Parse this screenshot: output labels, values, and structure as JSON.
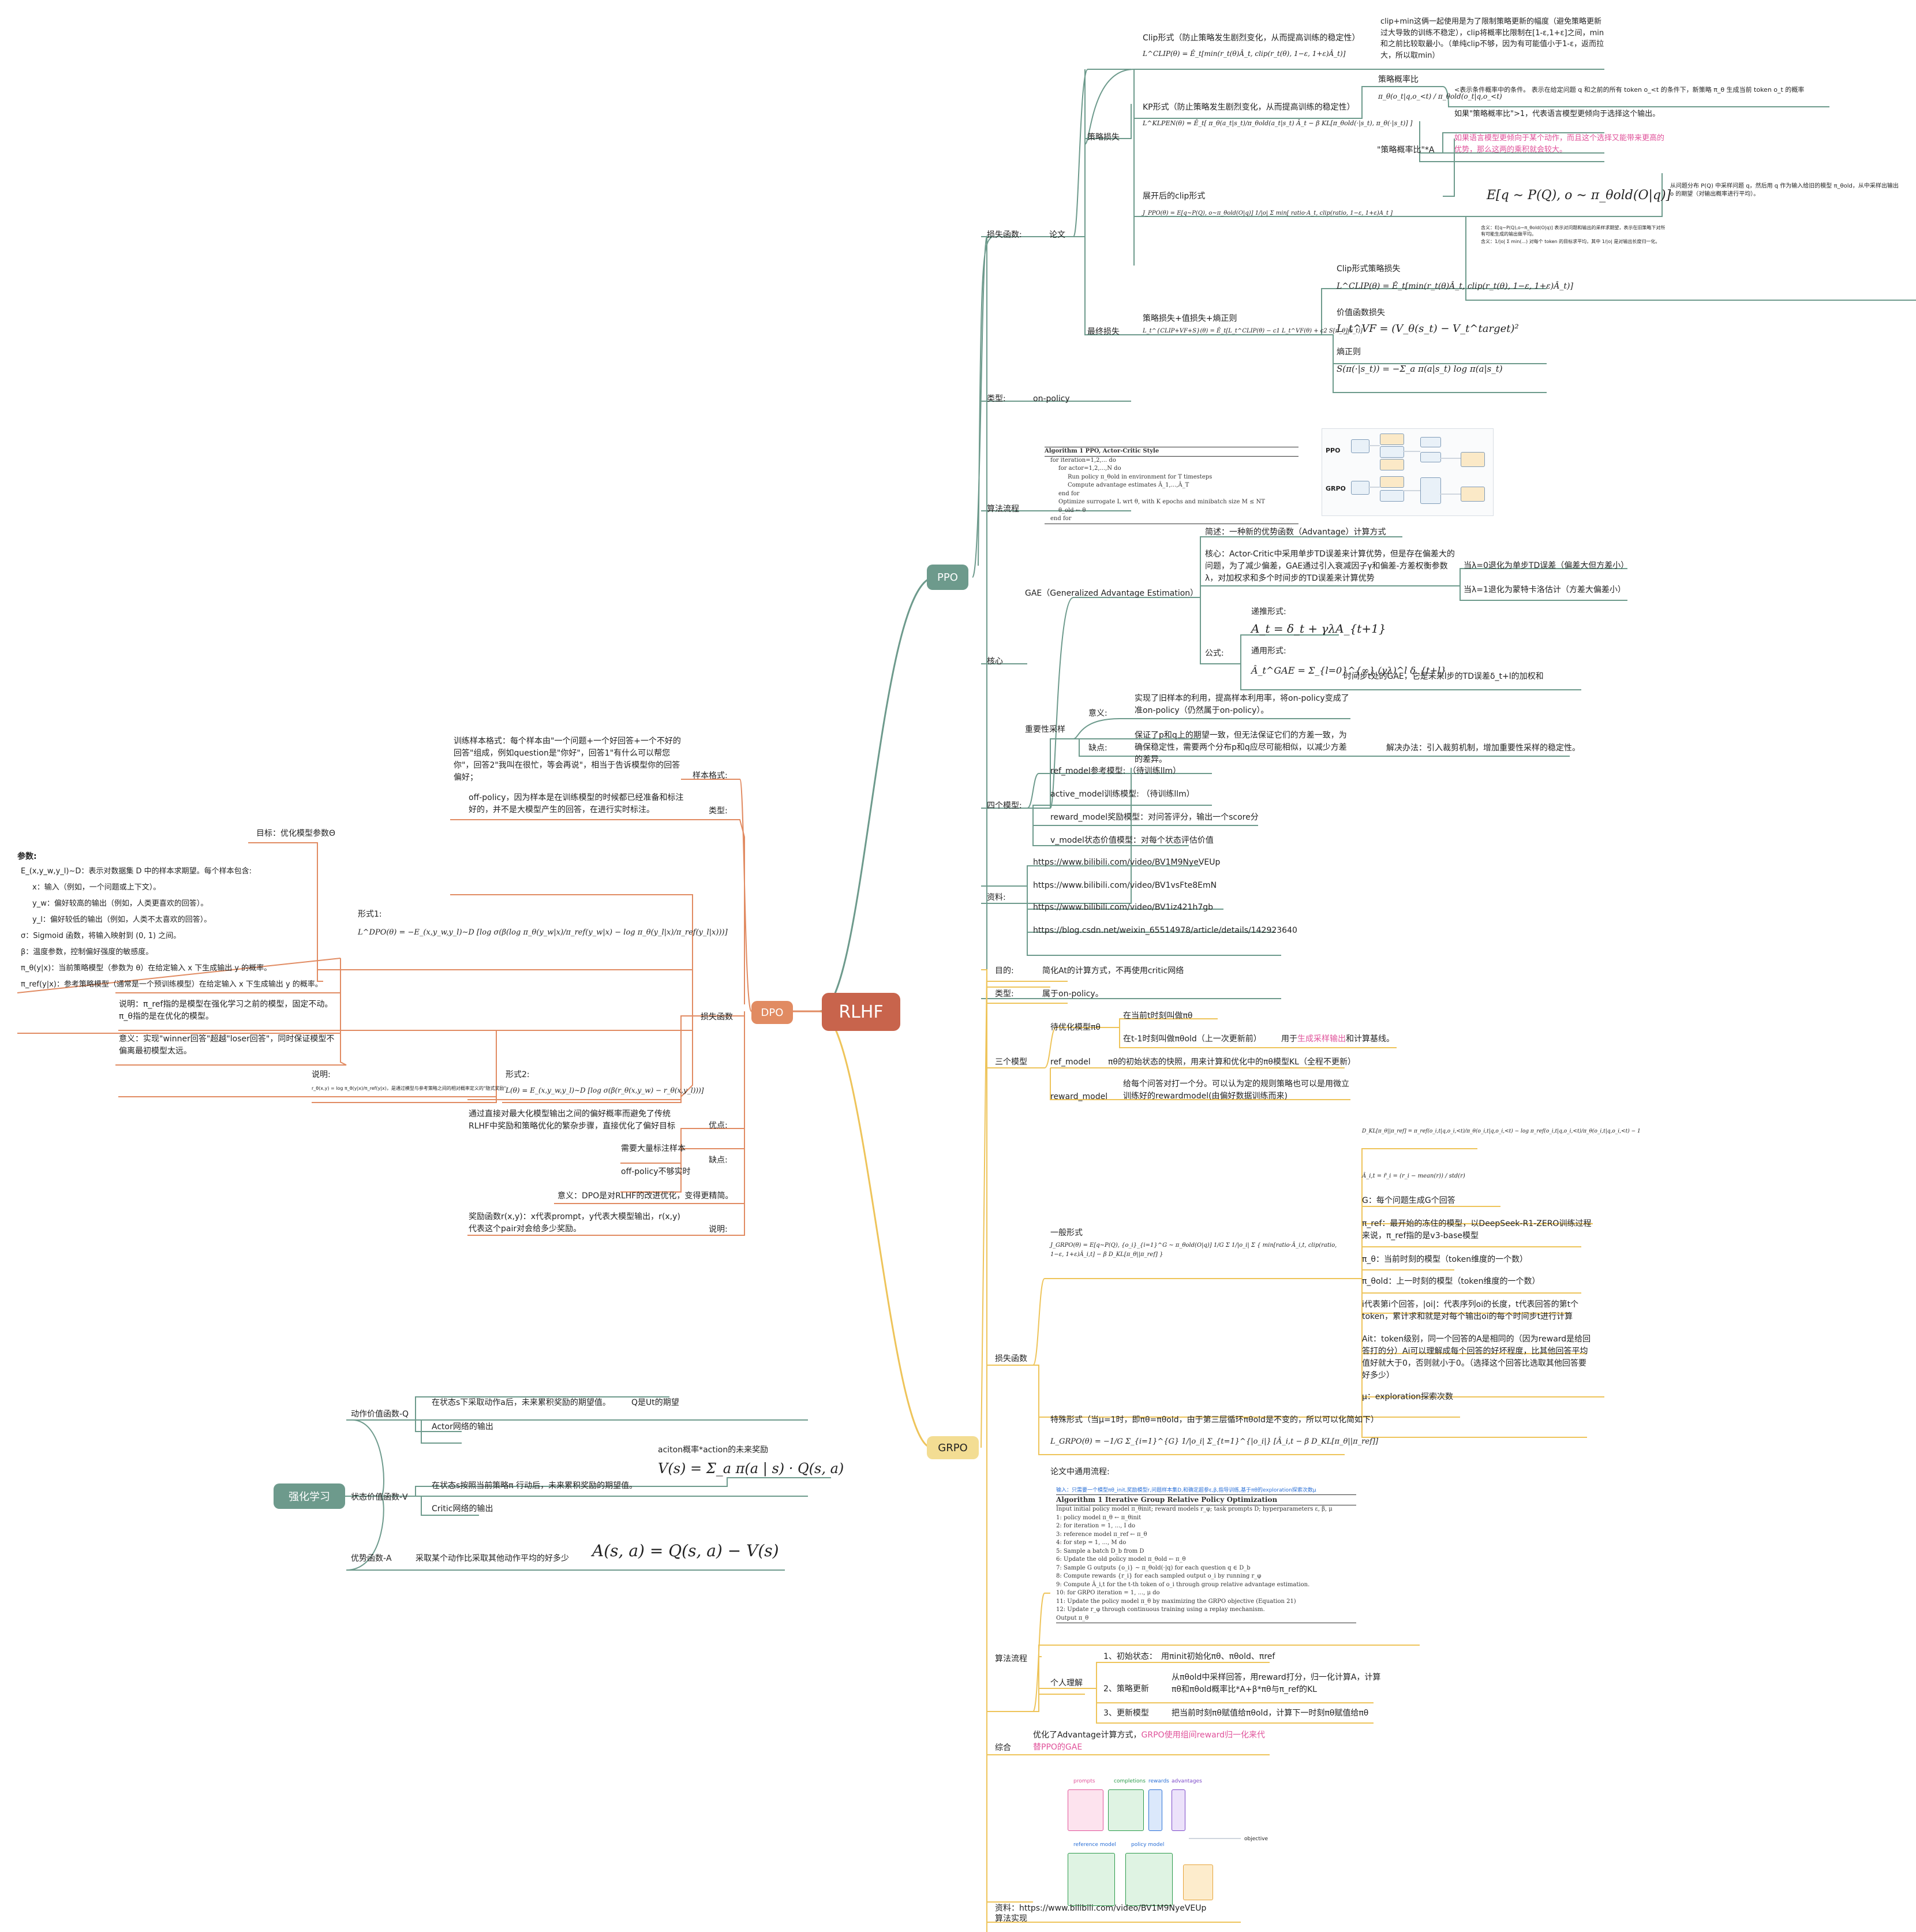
{
  "root": {
    "label": "RLHF"
  },
  "mains": {
    "ppo": "PPO",
    "dpo": "DPO",
    "grpo": "GRPO",
    "rl": "强化学习"
  },
  "ppo": {
    "loss_function": "损失函数:",
    "paper": "论文",
    "policy_loss": "策略损失",
    "clip_title": "Clip形式（防止策略发生剧烈变化，从而提高训练的稳定性）",
    "clip_formula": "L^CLIP(θ) = Ê_t[min(r_t(θ)Â_t, clip(r_t(θ), 1−ε, 1+ε)Â_t)]",
    "clip_note": "clip+min这俩一起使用是为了限制策略更新的幅度（避免策略更新过大导致的训练不稳定），clip将概率比限制在[1-ε,1+ε]之间，min和之前比较取最小。（单纯clip不够，因为有可能值小于1-ε，返而拉大，所以取min）",
    "kl_title": "KP形式（防止策略发生剧烈变化，从而提高训练的稳定性）",
    "kl_formula": "L^KLPEN(θ) = Ê_t[ π_θ(a_t|s_t)/π_θold(a_t|s_t) Â_t − β KL[π_θold(·|s_t), π_θ(·|s_t)] ]",
    "ratio_label": "策略概率比",
    "ratio_formula": "π_θ(o_t|q,o_<t) / π_θold(o_t|q,o_<t)",
    "ratio_note1": "<表示条件概率中的条件。  表示在给定问题 q 和之前的所有 token o_<t 的条件下，新策略 π_θ 生成当前 token o_t 的概率",
    "ratio_note2": "如果\"策略概率比\">1，代表语言模型更倾向于选择这个输出。",
    "ratio_a": "\"策略概率比\"*A",
    "ratio_a_note": "如果语言模型更倾向于某个动作，而且这个选择又能带来更高的优势，那么这两的乘积就会较大。",
    "expand_title": "展开后的clip形式",
    "expand_formula": "J_PPO(θ) = E[q∼P(Q), o∼π_θold(O|q)] 1/|o| Σ min[ ratio·A_t, clip(ratio, 1−ε, 1+ε)A_t ]",
    "expect_formula": "E[q ∼ P(Q), o ∼ π_θold(O|q)]",
    "expect_note": "从问题分布 P(Q) 中采样问题 q，然后用 q 作为输入给旧的模型 π_θold，从中采样出输出 o 的期望（对输出概率进行平均）。",
    "expect_detail1": "含义：E[q∼P(Q),o∼π_θold(O|q)] 表示对问题和输出的采样求期望，表示在旧策略下对所有可能生成的输出做平均。",
    "expect_detail2": "含义：1/|o| Σ min(...) 对每个 token 的目标求平均，其中 1/|o| 是对输出长度归一化。",
    "final_loss": "最终损失",
    "combo_title": "策略损失+值损失+熵正则",
    "combo_formula": "L_t^{CLIP+VF+S}(θ) = Ê_t[L_t^CLIP(θ) − c1 L_t^VF(θ) + c2 S[π_θ](s_t)]",
    "clip_loss_label": "Clip形式策略损失",
    "clip_loss_formula": "L^CLIP(θ) = Ê_t[min(r_t(θ)Â_t, clip(r_t(θ), 1−ε, 1+ε)Â_t)]",
    "value_loss_label": "价值函数损失",
    "value_loss_formula": "L_t^VF = (V_θ(s_t) − V_t^target)²",
    "entropy_label": "熵正则",
    "entropy_formula": "S(π(·|s_t)) = −Σ_a π(a|s_t) log π(a|s_t)",
    "type_label": "类型:",
    "type_value": "on-policy",
    "algo_label": "算法流程",
    "algo_lines": [
      "Algorithm 1 PPO, Actor-Critic Style",
      "for iteration=1,2,... do",
      "for actor=1,2,...,N do",
      "Run policy π_θold in environment for T timesteps",
      "Compute advantage estimates Â_1,...,Â_T",
      "end for",
      "Optimize surrogate L wrt θ, with K epochs and minibatch size M ≤ NT",
      "θ_old ← θ",
      "end for"
    ],
    "fig_ppo": "PPO",
    "fig_grpo": "GRPO",
    "core_label": "核心",
    "gae_label": "GAE（Generalized Advantage Estimation）",
    "gae_intro": "简述：一种新的优势函数（Advantage）计算方式",
    "gae_core": "核心：Actor-Critic中采用单步TD误差来计算优势，但是存在偏差大的问题，为了减少偏差，GAE通过引入衰减因子γ和偏差-方差权衡参数λ，对加权求和多个时间步的TD误差来计算优势",
    "lambda0": "当λ=0退化为单步TD误差（偏差大但方差小）",
    "lambda1": "当λ=1退化为蒙特卡洛估计（方差大偏差小）",
    "formula_label": "公式:",
    "recur_label": "递推形式:",
    "recur_formula": "A_t = δ_t + γλA_{t+1}",
    "general_label": "通用形式:",
    "general_formula": "Â_t^GAE = Σ_{l=0}^{∞} (γλ)^l δ_{t+l}",
    "general_note": "时间步t处的GAE，它是未来l步的TD误差δ_t+l的加权和",
    "is_label": "重要性采样",
    "is_meaning_label": "意义:",
    "is_meaning": "实现了旧样本的利用，提高样本利用率，将on-policy变成了准on-policy（仍然属于on-policy）。",
    "is_flaw_label": "缺点:",
    "is_flaw": "保证了p和q上的期望一致，但无法保证它们的方差一致，为确保稳定性，需要两个分布p和q应尽可能相似，以减少方差的差异。",
    "is_fix": "解决办法：引入裁剪机制，增加重要性采样的稳定性。",
    "four_models_label": "四个模型:",
    "four_models": [
      "ref_model参考模型:  （待训练llm）",
      "active_model训练模型:  （待训练llm）",
      "reward_model奖励模型：对问答评分，输出一个score分",
      "v_model状态价值模型：对每个状态评估价值"
    ],
    "refs_label": "资料:",
    "refs": [
      "https://www.bilibili.com/video/BV1M9NyeVEUp",
      "https://www.bilibili.com/video/BV1vsFte8EmN",
      "https://www.bilibili.com/video/BV1iz421h7gb",
      "https://blog.csdn.net/weixin_65514978/article/details/142923640"
    ]
  },
  "dpo": {
    "goal": "目标：优化模型参数Θ",
    "sample_label": "样本格式:",
    "sample_text": "训练样本格式：每个样本由\"一个问题+一个好回答+一个不好的回答\"组成，例如question是\"你好\"，回答1\"有什么可以帮您你\"，回答2\"我叫在很忙，等会再说\"，相当于告诉模型你的回答偏好；",
    "type_label": "类型:",
    "type_text": "off-policy，因为样本是在训练模型的时候都已经准备和标注好的，并不是大模型产生的回答，在进行实时标注。",
    "loss_label": "损失函数",
    "params_label": "参数:",
    "params": [
      "E_(x,y_w,y_l)∼D：表示对数据集 D 中的样本求期望。每个样本包含:",
      "x：输入（例如，一个问题或上下文）。",
      "y_w：偏好较高的输出（例如，人类更喜欢的回答）。",
      "y_l：偏好较低的输出（例如，人类不太喜欢的回答）。",
      "σ：Sigmoid 函数，将输入映射到 (0, 1) 之间。",
      "β：温度参数，控制偏好强度的敏感度。",
      "π_θ(y|x)：当前策略模型（参数为 θ）在给定输入 x 下生成输出 y 的概率。",
      "π_ref(y|x)：参考策略模型（通常是一个预训练模型）在给定输入 x 下生成输出 y 的概率。"
    ],
    "form1_label": "形式1:",
    "form1_formula": "L^DPO(θ) = −E_(x,y_w,y_l)∼D [log σ(β(log π_θ(y_w|x)/π_ref(y_w|x) − log π_θ(y_l|x)/π_ref(y_l|x)))]",
    "explain1": "说明：π_ref指的是模型在强化学习之前的模型，固定不动。π_θ指的是在优化的模型。",
    "meaning1": "意义：实现\"winner回答\"超越\"loser回答\"，同时保证模型不偏离最初模型太远。",
    "form2_label": "形式2:",
    "form2_formula": "L(θ) = E_(x,y_w,y_l)∼D [log σ(β(r_θ(x,y_w) − r_θ(x,y_l)))]",
    "explain2_label": "说明:",
    "explain2": "r_θ(x,y) = log π_θ(y|x)/π_ref(y|x)，是通过模型与参考策略之间的相对概率定义的\"隐式奖励\"",
    "pros_label": "优点:",
    "pros": "通过直接对最大化模型输出之间的偏好概率而避免了传统RLHF中奖励和策略优化的繁杂步骤，直接优化了偏好目标",
    "cons_label": "缺点:",
    "cons": [
      "需要大量标注样本",
      "off-policy不够实时"
    ],
    "meaning2": "意义：DPO是对RLHF的改进优化，变得更精简。",
    "note_label": "说明:",
    "note": "奖励函数r(x,y)：x代表prompt，y代表大模型输出，r(x,y)代表这个pair对会给多少奖励。"
  },
  "grpo": {
    "goal_label": "目的:",
    "goal": "简化At的计算方式，不再使用critic网络",
    "type_label": "类型:",
    "type": "属于on-policy。",
    "three_label": "三个模型",
    "policy_label": "待优化模型πθ",
    "current": "在当前t时刻叫做πθ",
    "old": "在t-1时刻叫做πθold（上一次更新前）",
    "old_use_pre": "用于",
    "old_use_pink": "生成采样输出",
    "old_use_post": "和计算基线。",
    "ref_label": "ref_model",
    "ref_text": "πθ的初始状态的快照，用来计算和优化中的πθ模型KL（全程不更新）",
    "reward_label": "reward_model",
    "reward_text": "给每个问答对打一个分。可以认为定的规则策略也可以是用微立训练好的rewardmodel(由偏好数据训练而来)",
    "loss_label": "损失函数",
    "general_label": "一般形式",
    "general_formula": "J_GRPO(θ) = E[q∼P(Q), {o_i}_{i=1}^G ∼ π_θold(O|q)]  1/G Σ 1/|o_i| Σ { min[ratio·Â_i,t, clip(ratio, 1−ε, 1+ε)Â_i,t] − β D_KL[π_θ||π_ref] }",
    "kl_formula": "D_KL[π_θ||π_ref] = π_ref(o_i,t|q,o_i,<t)/π_θ(o_i,t|q,o_i,<t) − log π_ref(o_i,t|q,o_i,<t)/π_θ(o_i,t|q,o_i,<t) − 1",
    "adv_formula": "Â_i,t = r̃_i = (r_i − mean(r)) / std(r)",
    "items": [
      "G：每个问题生成G个回答",
      "π_ref：最开始的冻住的模型，以DeepSeek-R1-ZERO训练过程来说，π_ref指的是v3-base模型",
      "π_θ：当前时刻的模型（token维度的一个数）",
      "π_θold：上一时刻的模型（token维度的一个数）",
      "i代表第i个回答，|oi|：代表序列oi的长度，t代表回答的第t个token，累计求和就是对每个输出oi的每个时间步t进行计算",
      "Ait：token级别，同一个回答的A是相同的（因为reward是给回答打的分）Ai可以理解成每个回答的好坏程度，比其他回答平均值好就大于0，否则就小于0。（选择这个回答比选取其他回答要好多少）",
      "μ：exploration探索次数"
    ],
    "special_label": "特殊形式（当μ=1时，即πθ=πθold，由于第三层循环πθold是不变的，所以可以化简如下）",
    "special_formula": "L_GRPO(θ) = −1/G Σ_{i=1}^{G} 1/|o_i| Σ_{t=1}^{|o_i|} [Â_i,t − β D_KL[π_θ||π_ref]]",
    "paper_flow": "论文中通用流程:",
    "algo_input_note": "输入：只需要一个模型πθ_init,奖励模型r,问题样本集D,和确定超参ε,β,指导训练,基于πθ的exploration探索次数μ",
    "algo_lines": [
      "Algorithm 1 Iterative Group Relative Policy Optimization",
      "Input initial policy model π_θinit; reward models r_φ; task prompts D; hyperparameters ε, β, μ",
      "1: policy model π_θ ← π_θinit",
      "2: for iteration = 1, ..., I do",
      "3:   reference model π_ref ← π_θ",
      "4:   for step = 1, ..., M do",
      "5:     Sample a batch D_b from D",
      "6:     Update the old policy model π_θold ← π_θ",
      "7:     Sample G outputs {o_i} ∼ π_θold(·|q) for each question q ∈ D_b",
      "8:     Compute rewards {r_i} for each sampled output o_i by running r_φ",
      "9:     Compute Â_i,t for the t-th token of o_i through group relative advantage estimation.",
      "10:    for GRPO iteration = 1, ..., μ do",
      "11:      Update the policy model π_θ by maximizing the GRPO objective (Equation 21)",
      "12:  Update r_φ through continuous training using a replay mechanism.",
      "Output π_θ"
    ],
    "algo_flow_label": "算法流程",
    "personal_label": "个人理解",
    "steps": [
      {
        "label": "1、初始状态：",
        "text": "用πinit初始化πθ、πθold、πref"
      },
      {
        "label": "2、策略更新",
        "text": "从πθold中采样回答，用reward打分，归一化计算A，计算πθ和πθold概率比*A+β*πθ与π_ref的KL"
      },
      {
        "label": "3、更新模型",
        "text": "把当前时刻πθ赋值给πθold，计算下一时刻πθ赋值给πθ"
      }
    ],
    "summary_label": "综合",
    "summary_pre": "优化了Advantage计算方式，",
    "summary_pink": "GRPO使用组间reward归一化来代替PPO的GAE",
    "impl_label": "算法实现",
    "impl_fig_labels": [
      "prompts",
      "completions",
      "rewards",
      "advantages",
      "reference model",
      "policy model",
      "objective"
    ],
    "refs": "资料：https://www.bilibili.com/video/BV1M9NyeVEUp"
  },
  "rl": {
    "q_label": "动作价值函数-Q",
    "q_text": "在状态s下采取动作a后，未来累积奖励的期望值。",
    "q_note": "Q是Ut的期望",
    "q_actor": "Actor网络的输出",
    "v_label": "状态价值函数-V",
    "v_text": "在状态s按照当前策略π 行动后，未来累积奖励的期望值。",
    "v_actor_note": "aciton概率*action的未来奖励",
    "v_formula": "V(s) = Σ_a π(a | s) · Q(s, a)",
    "v_critic": "Critic网络的输出",
    "a_label": "优势函数-A",
    "a_text": "采取某个动作比采取其他动作平均的好多少",
    "a_formula": "A(s, a) = Q(s, a) − V(s)"
  },
  "colors": {
    "ppo": "#6d9a8c",
    "dpo": "#e18b62",
    "grpo": "#eec45a",
    "rl": "#6d9a8c",
    "root": "#c8644c",
    "pink": "#e0529a",
    "blue": "#2a6fd6"
  }
}
